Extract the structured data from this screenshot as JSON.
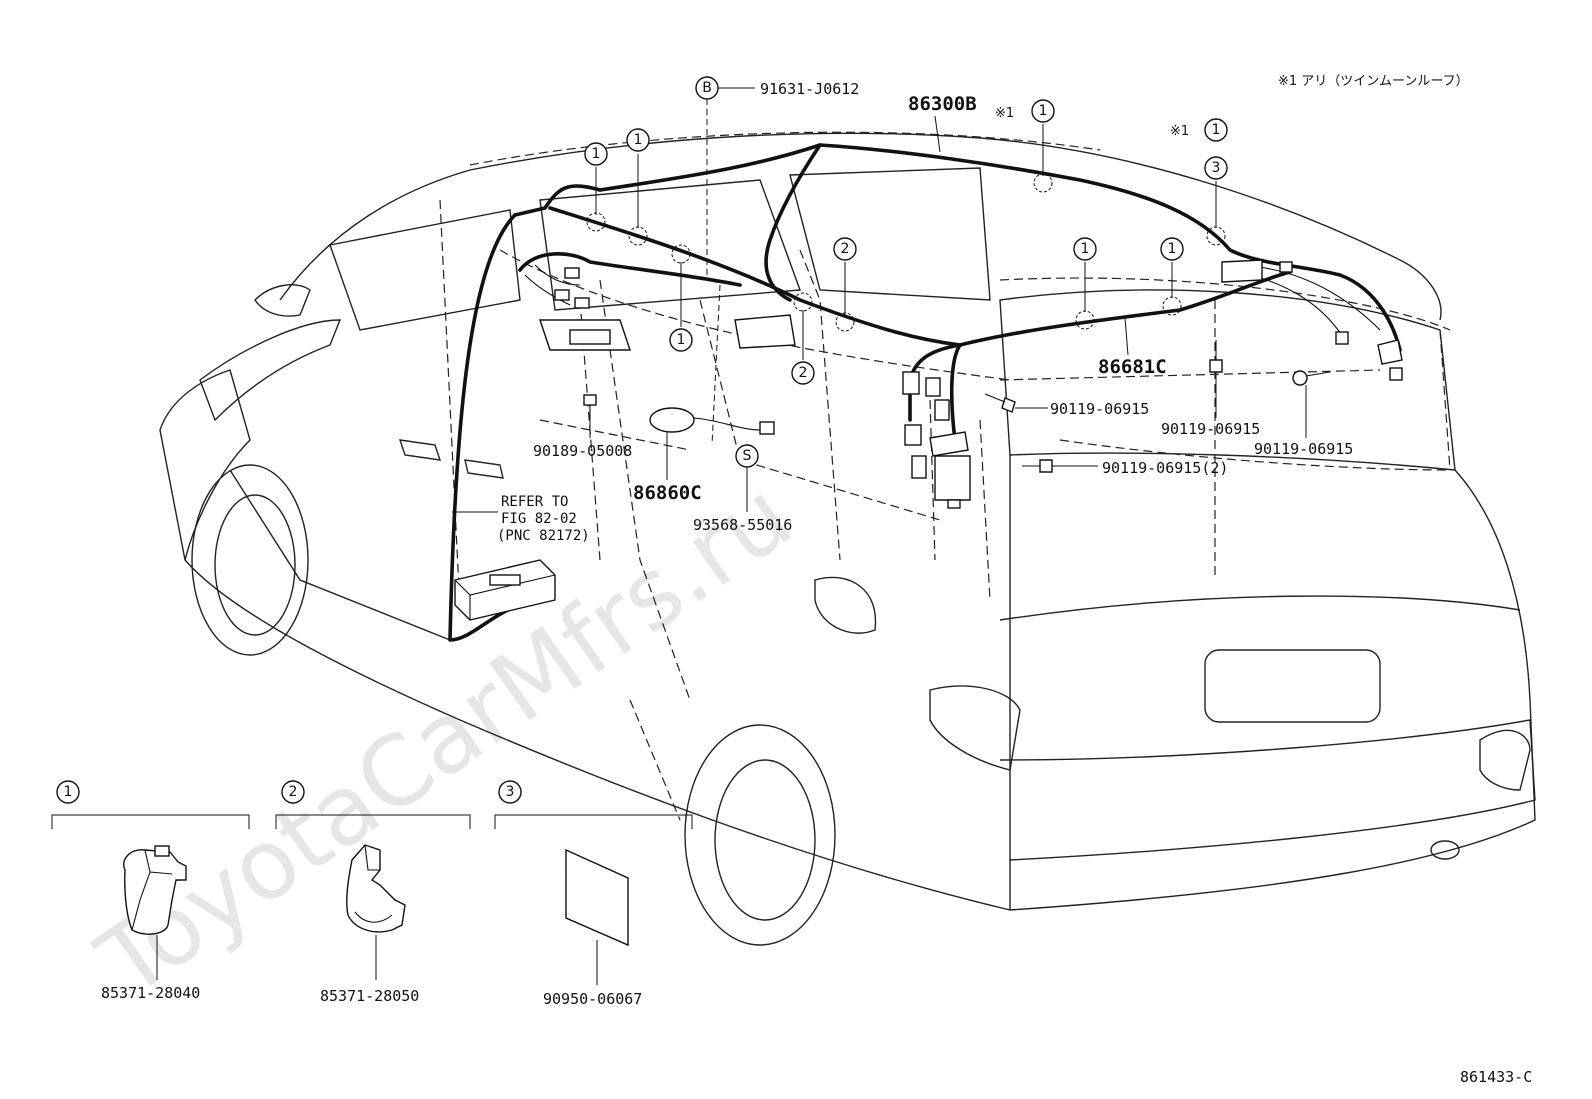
{
  "diagram": {
    "figure_id": "861433-C",
    "watermark": "ToyotaCarMfrs.ru",
    "note": "※1  アリ（ツインムーンルーフ）",
    "refer_note": [
      "REFER TO",
      "FIG 82-02",
      "(PNC 82172)"
    ],
    "main_parts": {
      "p86300B": "86300B",
      "p86681C": "86681C",
      "p86860C": "86860C"
    },
    "part_numbers": {
      "p91631": "91631-J0612",
      "p90189": "90189-05008",
      "p93568": "93568-55016",
      "p90119_a": "90119-06915",
      "p90119_b": "90119-06915",
      "p90119_c": "90119-06915",
      "p90119_d": "90119-06915(2)"
    },
    "markers": {
      "b": "B",
      "s": "S",
      "one": "1",
      "two": "2",
      "three": "3",
      "star": "※1"
    },
    "legend": [
      {
        "key": "1",
        "part_number": "85371-28040"
      },
      {
        "key": "2",
        "part_number": "85371-28050"
      },
      {
        "key": "3",
        "part_number": "90950-06067"
      }
    ]
  }
}
